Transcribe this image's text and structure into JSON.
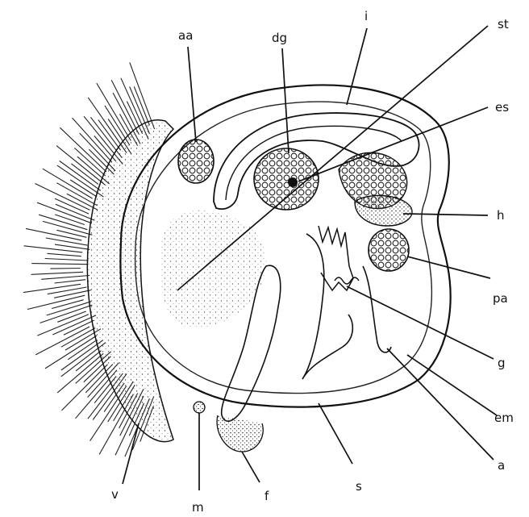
{
  "labels": {
    "aa": "aa",
    "dg": "dg",
    "i": "i",
    "st": "st",
    "es": "es",
    "h": "h",
    "pa": "pa",
    "g": "g",
    "em": "em",
    "a": "a",
    "s": "s",
    "f": "f",
    "m": "m",
    "v": "v"
  }
}
